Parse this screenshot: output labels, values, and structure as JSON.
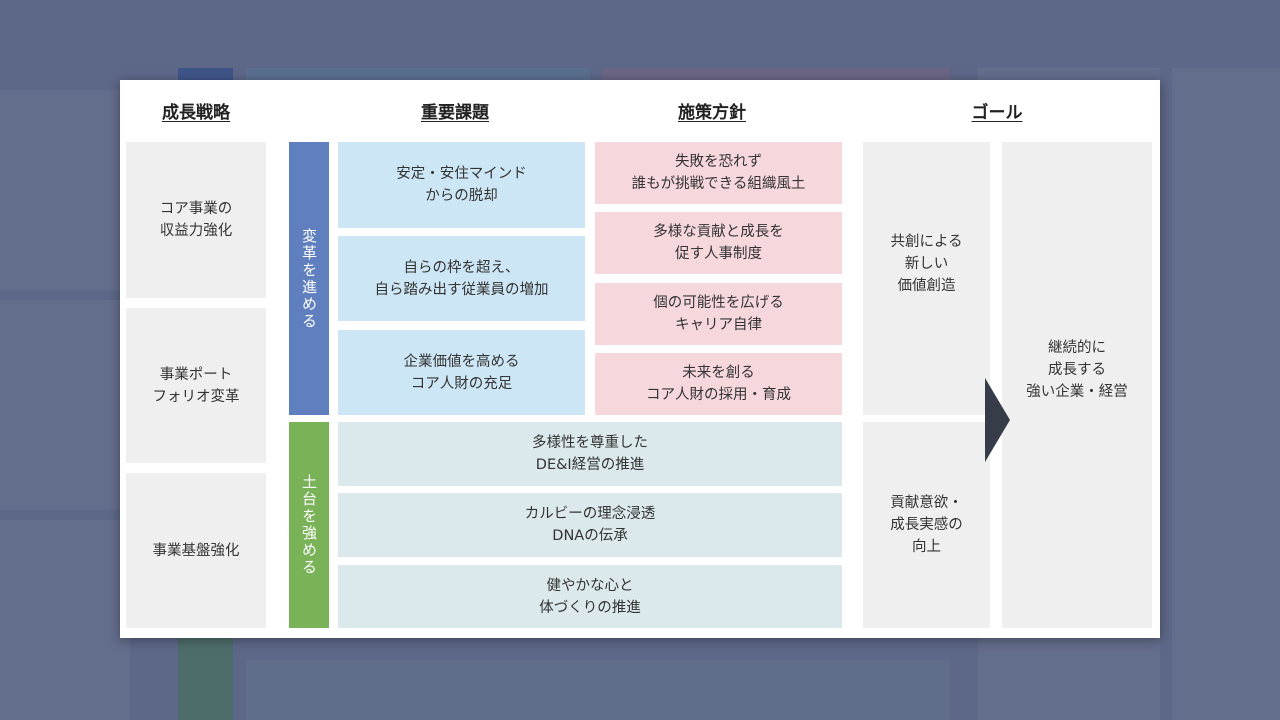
{
  "headers": {
    "strategy": "成長戦略",
    "issues": "重要課題",
    "policy": "施策方針",
    "goal": "ゴール"
  },
  "strategies": [
    "コア事業の\n収益力強化",
    "事業ポート\nフォリオ変革",
    "事業基盤強化"
  ],
  "bars": {
    "transform": "変革を進める",
    "foundation": "土台を強める"
  },
  "transform_issues": [
    "安定・安住マインド\nからの脱却",
    "自らの枠を超え、\n自ら踏み出す従業員の増加",
    "企業価値を高める\nコア人財の充足"
  ],
  "transform_policies": [
    "失敗を恐れず\n誰もが挑戦できる組織風土",
    "多様な貢献と成長を\n促す人事制度",
    "個の可能性を広げる\nキャリア自律",
    "未来を創る\nコア人財の採用・育成"
  ],
  "foundation_items": [
    "多様性を尊重した\nDE&I経営の推進",
    "カルビーの理念浸透\nDNAの伝承",
    "健やかな心と\n体づくりの推進"
  ],
  "goals": [
    "共創による\n新しい\n価値創造",
    "貢献意欲・\n成長実感の\n向上"
  ],
  "final_goal": "継続的に\n成長する\n強い企業・経営",
  "colors": {
    "overlay": "#5d6788",
    "transform_bar": "#5f7fbf",
    "foundation_bar": "#79b257",
    "issue_box": "#cde6f5",
    "policy_box": "#f6d7dc",
    "foundation_box": "#dbe9ec",
    "grey_box": "#efefef"
  }
}
